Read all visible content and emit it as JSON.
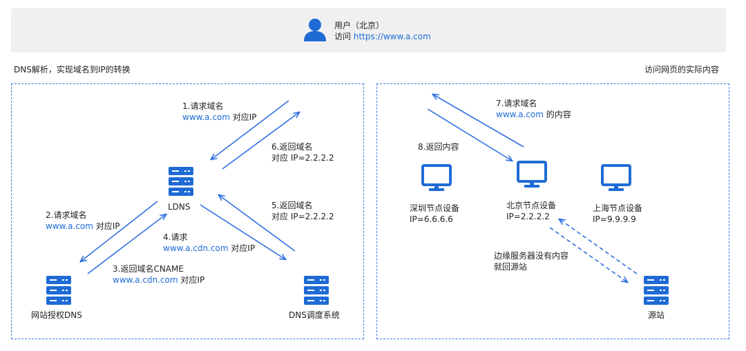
{
  "user": {
    "title": "用户（北京）",
    "visit_label": "访问",
    "visit_url": "https://www.a.com"
  },
  "sections": {
    "left_title": "DNS解析，实现域名到IP的转换",
    "right_title": "访问网页的实际内容"
  },
  "nodes": {
    "ldns": "LDNS",
    "auth_dns": "网站授权DNS",
    "dispatch": "DNS调度系统",
    "shenzhen_name": "深圳节点设备",
    "shenzhen_ip": "IP=6.6.6.6",
    "beijing_name": "北京节点设备",
    "beijing_ip": "IP=2.2.2.2",
    "shanghai_name": "上海节点设备",
    "shanghai_ip": "IP=9.9.9.9",
    "origin": "源站"
  },
  "steps": {
    "s1_title": "1.请求域名",
    "s1_domain": "www.a.com",
    "s1_suffix": " 对应IP",
    "s2_title": "2.请求域名",
    "s2_domain": "www.a.com",
    "s2_suffix": " 对应IP",
    "s3_title": "3.返回域名CNAME",
    "s3_domain": "www.a.cdn.com",
    "s3_suffix": " 对应IP",
    "s4_title": "4.请求",
    "s4_domain": "www.a.cdn.com",
    "s4_suffix": " 对应IP",
    "s5_title": "5.返回域名",
    "s5_line": "对应 IP=2.2.2.2",
    "s6_title": "6.返回域名",
    "s6_line": "对应 IP=2.2.2.2",
    "s7_title": "7.请求域名",
    "s7_domain": "www.a.com",
    "s7_suffix": " 的内容",
    "s8_title": "8.返回内容",
    "edge_line1": "边缘服务器没有内容",
    "edge_line2": "就回源站"
  },
  "colors": {
    "accent": "#1f6bd6",
    "arrow": "#2f6fe0",
    "panel_border": "#3a78e0",
    "banner_bg": "#f0f0f0"
  },
  "icons": {
    "user": "user-icon",
    "server": "server-icon",
    "monitor": "monitor-icon"
  }
}
